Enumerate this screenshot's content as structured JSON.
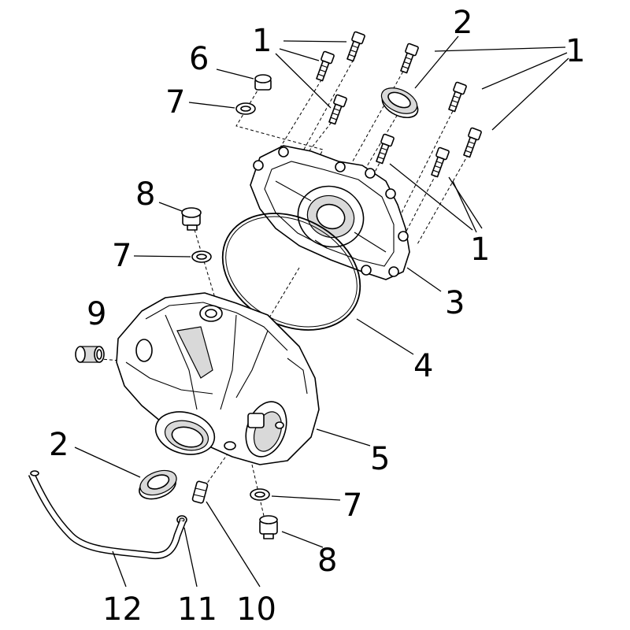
{
  "callouts": [
    {
      "id": "c1a",
      "text": "1"
    },
    {
      "id": "c2a",
      "text": "2"
    },
    {
      "id": "c1b",
      "text": "1"
    },
    {
      "id": "c6",
      "text": "6"
    },
    {
      "id": "c7a",
      "text": "7"
    },
    {
      "id": "c8a",
      "text": "8"
    },
    {
      "id": "c7b",
      "text": "7"
    },
    {
      "id": "c9",
      "text": "9"
    },
    {
      "id": "c1c",
      "text": "1"
    },
    {
      "id": "c3",
      "text": "3"
    },
    {
      "id": "c4",
      "text": "4"
    },
    {
      "id": "c5",
      "text": "5"
    },
    {
      "id": "c2b",
      "text": "2"
    },
    {
      "id": "c7c",
      "text": "7"
    },
    {
      "id": "c8b",
      "text": "8"
    },
    {
      "id": "c12",
      "text": "12"
    },
    {
      "id": "c11",
      "text": "11"
    },
    {
      "id": "c10",
      "text": "10"
    }
  ]
}
